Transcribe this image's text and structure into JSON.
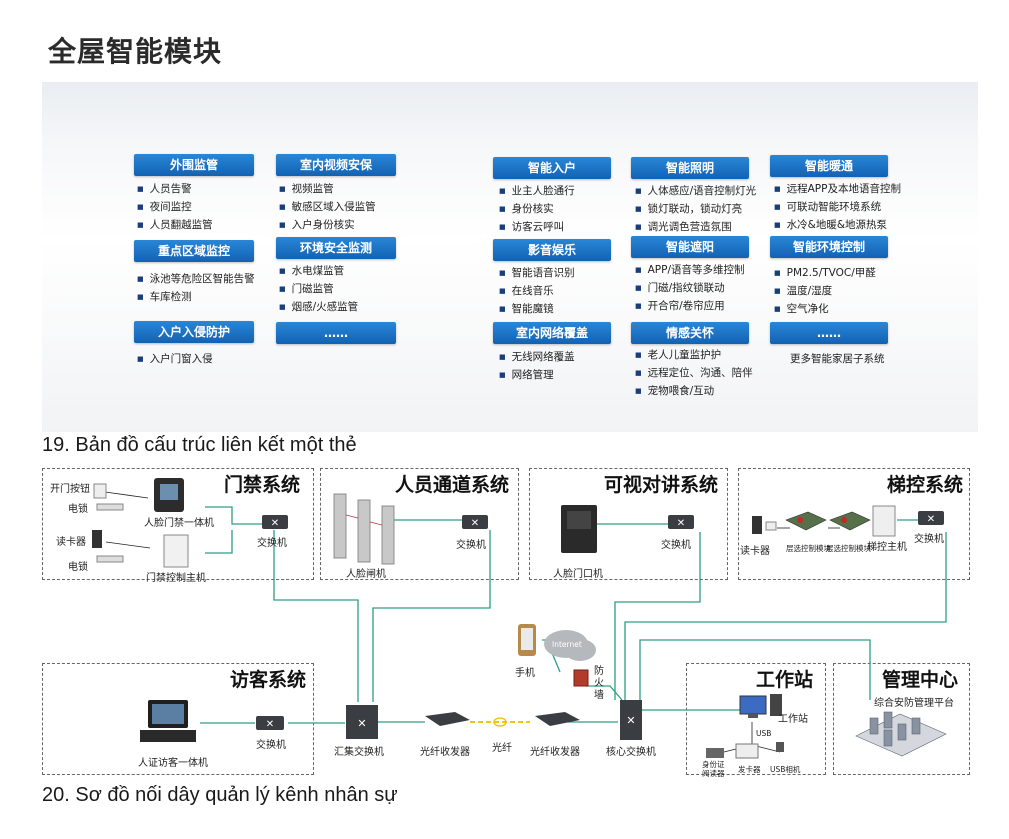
{
  "panel1": {
    "title": "全屋智能模块",
    "groups": {
      "waiwei": {
        "title": "外围监管",
        "items": [
          "人员告警",
          "夜间监控",
          "人员翻越监管"
        ]
      },
      "zhongdian": {
        "title": "重点区域监控",
        "items": [
          "泳池等危险区智能告警",
          "车库检测"
        ]
      },
      "ruhu": {
        "title": "入户入侵防护",
        "items": [
          "入户门窗入侵"
        ]
      },
      "shinei": {
        "title": "室内视频安保",
        "items": [
          "视频监管",
          "敏感区域入侵监管",
          "入户身份核实"
        ]
      },
      "huanjing": {
        "title": "环境安全监测",
        "items": [
          "水电煤监管",
          "门磁监管",
          "烟感/火感监管"
        ]
      },
      "more_left": {
        "title": "……"
      },
      "rukou": {
        "title": "智能入户",
        "items": [
          "业主人脸通行",
          "身份核实",
          "访客云呼叫"
        ]
      },
      "yingyin": {
        "title": "影音娱乐",
        "items": [
          "智能语音识别",
          "在线音乐",
          "智能魔镜"
        ]
      },
      "wangluo": {
        "title": "室内网络覆盖",
        "items": [
          "无线网络覆盖",
          "网络管理"
        ]
      },
      "zhaoming": {
        "title": "智能照明",
        "items": [
          "人体感应/语音控制灯光",
          "锁灯联动，锁动灯亮",
          "调光调色营造氛围"
        ]
      },
      "zheyang": {
        "title": "智能遮阳",
        "items": [
          "APP/语音等多维控制",
          "门磁/指纹锁联动",
          "开合帘/卷帘应用"
        ]
      },
      "qinggan": {
        "title": "情感关怀",
        "items": [
          "老人儿童监护护",
          "远程定位、沟通、陪伴",
          "宠物喂食/互动"
        ]
      },
      "nuantong": {
        "title": "智能暖通",
        "items": [
          "远程APP及本地语音控制",
          "可联动智能环境系统",
          "水冷&地暖&地源热泵"
        ]
      },
      "huanjingkz": {
        "title": "智能环境控制",
        "items": [
          "PM2.5/TVOC/甲醛",
          "温度/湿度",
          "空气净化"
        ]
      },
      "more_right": {
        "title": "……",
        "note": "更多智能家居子系统"
      }
    }
  },
  "caption1": "19. Bản đồ cấu trúc liên kết một thẻ",
  "caption2": "20. Sơ đồ nối dây quản lý kênh nhân sự",
  "panel2": {
    "menjin": {
      "title": "门禁系统",
      "btn": "开门按钮",
      "lock1": "电锁",
      "reader": "读卡器",
      "lock2": "电锁",
      "dev1": "人脸门禁一体机",
      "dev2": "门禁控制主机",
      "switch": "交换机"
    },
    "tongdao": {
      "title": "人员通道系统",
      "gate": "人脸闸机",
      "switch": "交换机"
    },
    "duijiang": {
      "title": "可视对讲系统",
      "dev": "人脸门口机",
      "switch": "交换机"
    },
    "tikong": {
      "title": "梯控系统",
      "reader": "读卡器",
      "mod1": "层选控制模块",
      "mod2": "层选控制模块",
      "host": "梯控主机",
      "switch": "交换机"
    },
    "fangke": {
      "title": "访客系统",
      "dev": "人证访客一体机",
      "switch": "交换机"
    },
    "chain": {
      "agg": "汇集交换机",
      "tx1": "光纤收发器",
      "fiber": "光纤",
      "tx2": "光纤收发器",
      "core": "核心交换机"
    },
    "cloud": {
      "phone": "手机",
      "internet": "Internet",
      "firewall": "防火墙"
    },
    "gongzuo": {
      "title": "工作站",
      "pc": "工作站",
      "usb": "USB",
      "idreader": "身份证阅读器",
      "cardissuer": "发卡器",
      "camera": "USB相机"
    },
    "guanli": {
      "title": "管理中心",
      "platform": "综合安防管理平台"
    },
    "colors": {
      "wire": "#2e9f86",
      "switch": "#3a3d42",
      "hdr": "#1a6fc4"
    }
  }
}
